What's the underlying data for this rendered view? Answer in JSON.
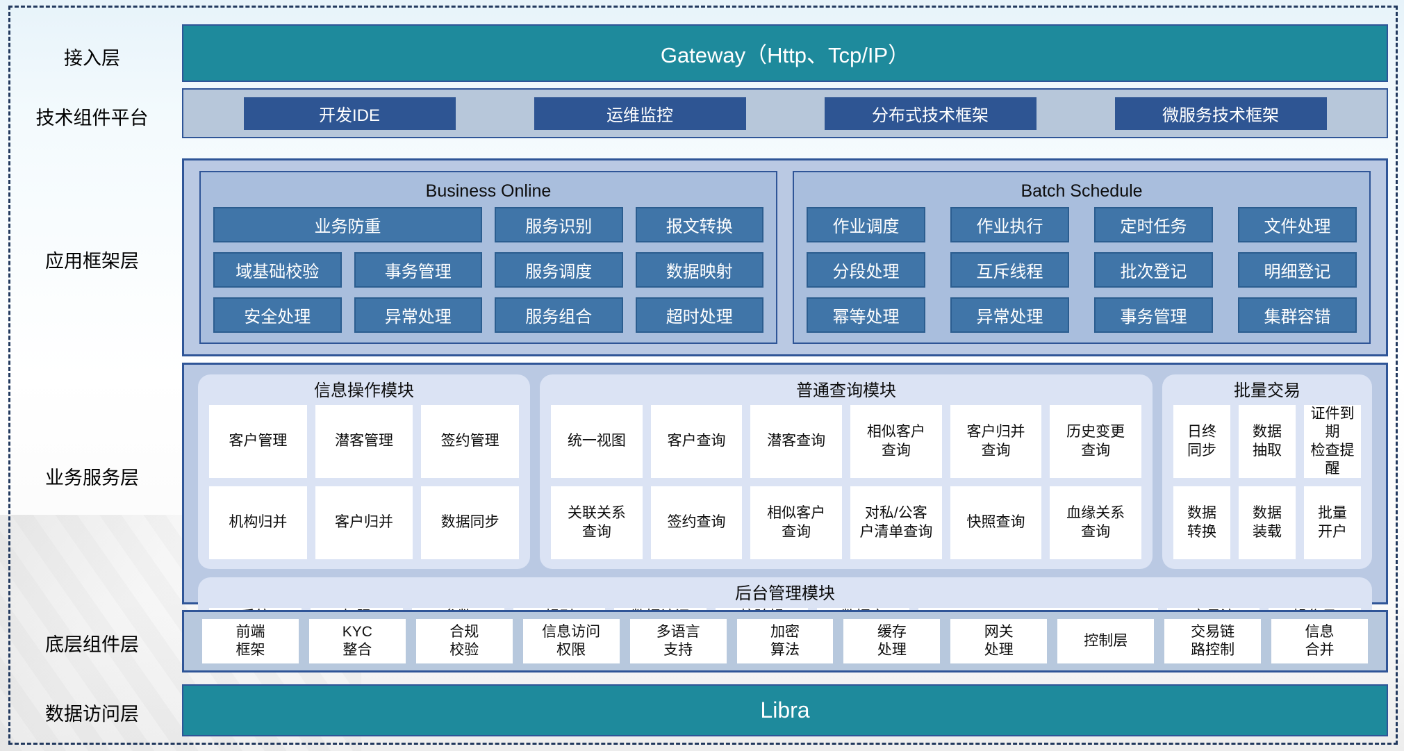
{
  "diagram": {
    "layer_labels": {
      "access": "接入层",
      "tech": "技术组件平台",
      "app_framework": "应用框架层",
      "business_service": "业务服务层",
      "base_components": "底层组件层",
      "data_access": "数据访问层"
    },
    "access": {
      "gateway": "Gateway（Http、Tcp/IP）"
    },
    "tech": {
      "items": [
        "开发IDE",
        "运维监控",
        "分布式技术框架",
        "微服务技术框架"
      ]
    },
    "business_online": {
      "title": "Business Online",
      "row1_wide": "业务防重",
      "row1": [
        "服务识别",
        "报文转换"
      ],
      "row2": [
        "域基础校验",
        "事务管理",
        "服务调度",
        "数据映射"
      ],
      "row3": [
        "安全处理",
        "异常处理",
        "服务组合",
        "超时处理"
      ]
    },
    "batch_schedule": {
      "title": "Batch Schedule",
      "row1": [
        "作业调度",
        "作业执行",
        "定时任务",
        "文件处理"
      ],
      "row2": [
        "分段处理",
        "互斥线程",
        "批次登记",
        "明细登记"
      ],
      "row3": [
        "幂等处理",
        "异常处理",
        "事务管理",
        "集群容错"
      ]
    },
    "info_module": {
      "title": "信息操作模块",
      "row1": [
        "客户管理",
        "潜客管理",
        "签约管理"
      ],
      "row2": [
        "机构归并",
        "客户归并",
        "数据同步"
      ]
    },
    "query_module": {
      "title": "普通查询模块",
      "row1": [
        "统一视图",
        "客户查询",
        "潜客查询",
        "相似客户\n查询",
        "客户归并\n查询",
        "历史变更\n查询"
      ],
      "row2": [
        "关联关系\n查询",
        "签约查询",
        "相似客户\n查询",
        "对私/公客\n户清单查询",
        "快照查询",
        "血缘关系\n查询"
      ]
    },
    "batch_trade_module": {
      "title": "批量交易",
      "row1": [
        "日终\n同步",
        "数据\n抽取",
        "证件到期\n检查提醒"
      ],
      "row2": [
        "数据\n转换",
        "数据\n装载",
        "批量\n开户"
      ]
    },
    "admin_module": {
      "title": "后台管理模块",
      "items": [
        "系统\n管理",
        "权限\n管理",
        "参数\n管理",
        "规则\n配置",
        "数据访问\n控制",
        "校验规\n则管理",
        "数据字\n典管理",
        "客户生命周期查询",
        "交易流\n水查询",
        "操作日\n志查询"
      ]
    },
    "base_layer": {
      "items": [
        "前端\n框架",
        "KYC\n整合",
        "合规\n校验",
        "信息访问\n权限",
        "多语言\n支持",
        "加密\n算法",
        "缓存\n处理",
        "网关\n处理",
        "控制层",
        "交易链\n路控制",
        "信息\n合并"
      ]
    },
    "data_layer": {
      "label": "Libra"
    },
    "colors": {
      "teal": "#1e8a9c",
      "navy_button": "#2e5593",
      "steel_button": "#4075a8",
      "panel_bg": "#a9bedd",
      "container_bg": "#bac9e3",
      "module_bg": "#dbe3f4",
      "border_navy": "#2f5597"
    }
  }
}
